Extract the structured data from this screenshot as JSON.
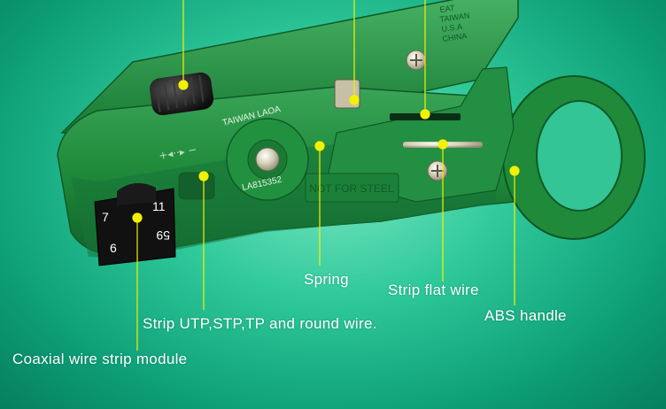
{
  "tool_markings": {
    "brand": "TAIWAN LAOA",
    "model": "LA815352",
    "warning": "NOT FOR STEEL",
    "cassette_sizes": [
      "7",
      "11",
      "6",
      "59"
    ],
    "origin_text": [
      "EAT",
      "TAIWAN",
      "U.S.A",
      "CHINA"
    ]
  },
  "annotations": {
    "spring": "Spring",
    "strip_flat_wire": "Strip flat wire",
    "abs_handle": "ABS handle",
    "strip_utp": "Strip UTP,STP,TP and round wire.",
    "coaxial": "Coaxial wire strip module"
  },
  "colors": {
    "body_green": "#1f8a3a",
    "callout_line": "#f2f200",
    "label_text": "#ffffff"
  }
}
